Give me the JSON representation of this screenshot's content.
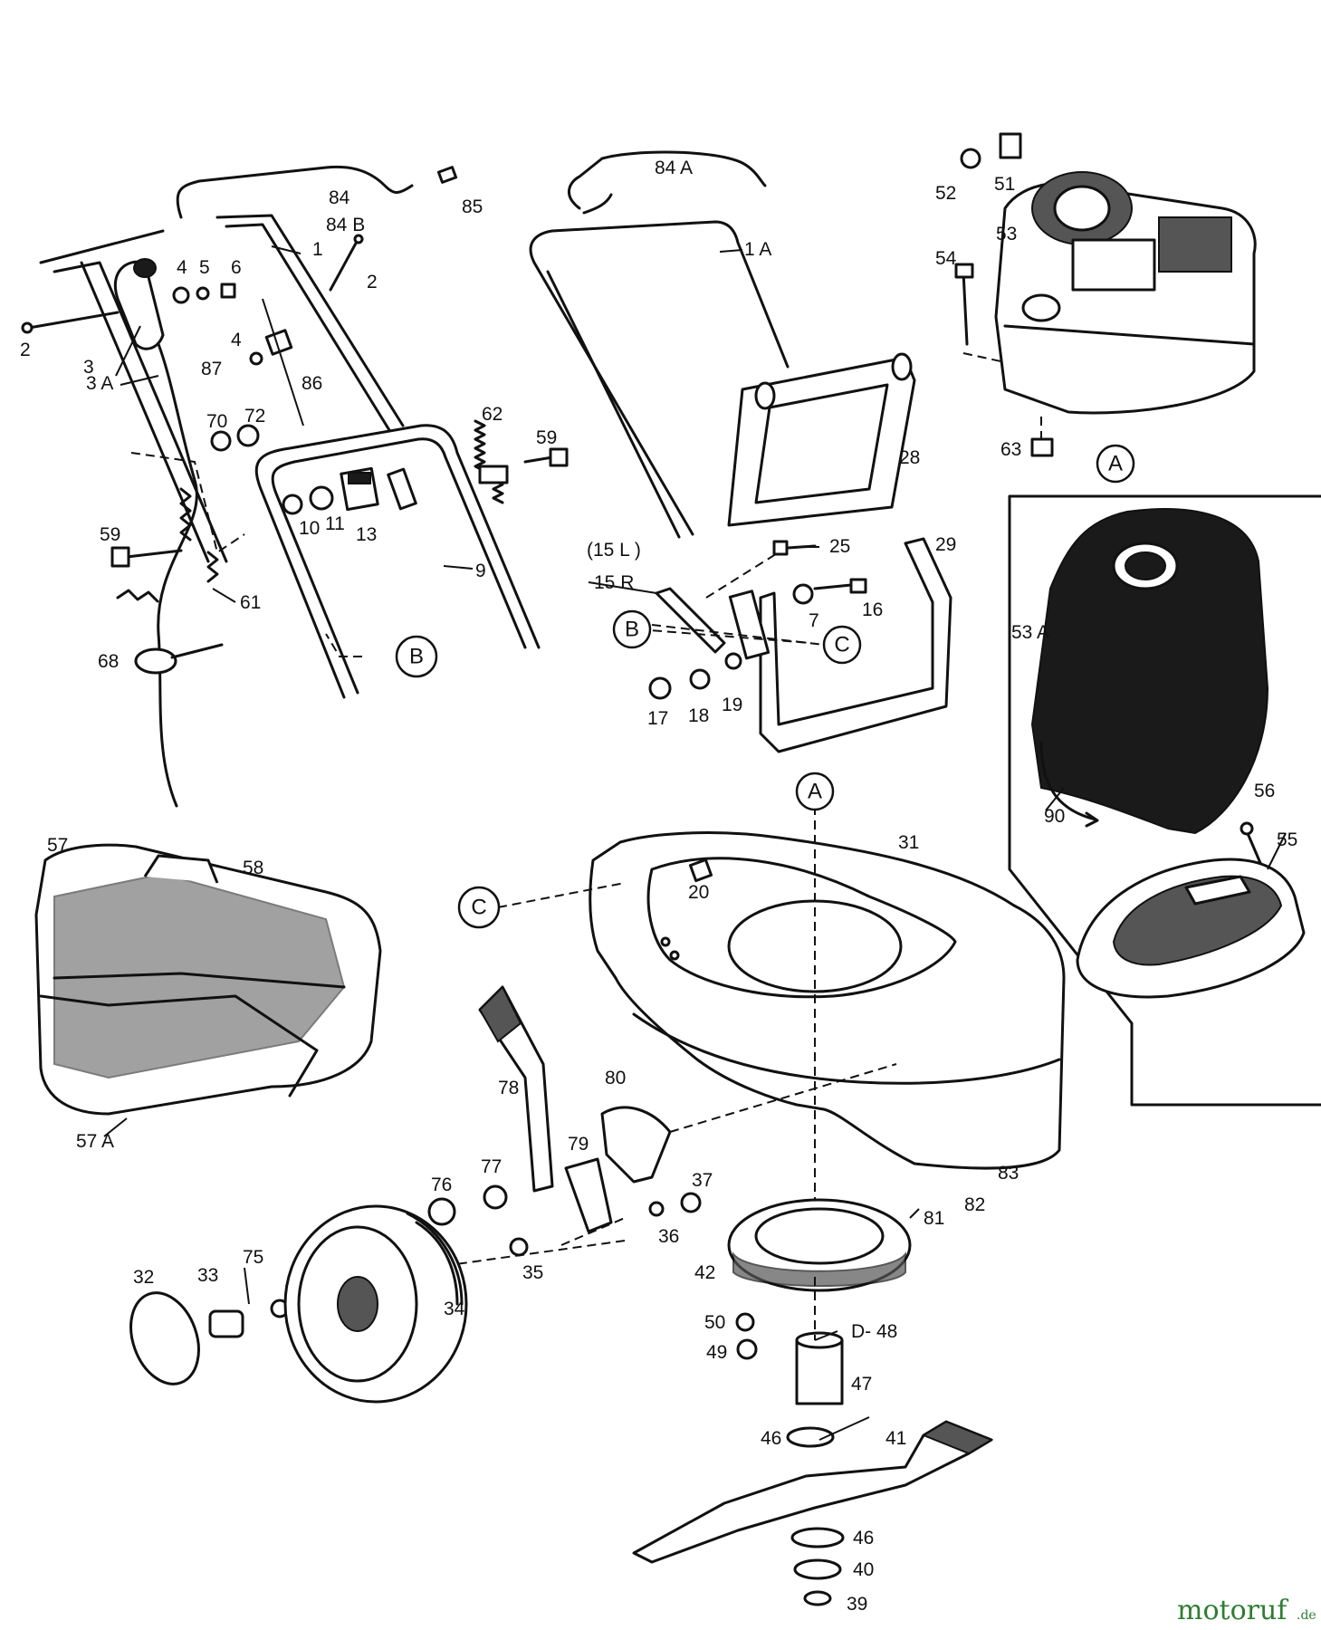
{
  "callouts": {
    "c84": "84",
    "c84B": "84 B",
    "c85": "85",
    "c84A": "84 A",
    "c1": "1",
    "c1A": "1 A",
    "c2a": "2",
    "c2b": "2",
    "c3": "3",
    "c3A": "3 A",
    "c4a": "4",
    "c5": "5",
    "c6": "6",
    "c4b": "4",
    "c87": "87",
    "c86": "86",
    "c70": "70",
    "c72": "72",
    "c62": "62",
    "c59a": "59",
    "c10": "10",
    "c11": "11",
    "c13": "13",
    "c9": "9",
    "c59b": "59",
    "c61": "61",
    "c68": "68",
    "c28": "28",
    "c15L": "(15 L )",
    "c15R": "15 R",
    "c25": "25",
    "c29": "29",
    "c7": "7",
    "c16": "16",
    "c17": "17",
    "c18": "18",
    "c19": "19",
    "c52": "52",
    "c51": "51",
    "c53": "53",
    "c54": "54",
    "c63": "63",
    "c53A": "53 A",
    "c90": "90",
    "c56": "56",
    "c55": "55",
    "c57": "57",
    "c58": "58",
    "c57A": "57 A",
    "c31": "31",
    "c20": "20",
    "c78": "78",
    "c80": "80",
    "c79": "79",
    "c76": "76",
    "c77": "77",
    "c37": "37",
    "c36": "36",
    "c35": "35",
    "c83": "83",
    "c81": "81",
    "c82": "82",
    "c42": "42",
    "c32": "32",
    "c33": "33",
    "c75": "75",
    "c34": "34",
    "c50": "50",
    "c49": "49",
    "cD48": "D- 48",
    "c47": "47",
    "c46a": "46",
    "c41": "41",
    "c46b": "46",
    "c40": "40",
    "c39": "39"
  },
  "references": {
    "A1": "A",
    "A2": "A",
    "B1": "B",
    "B2": "B",
    "C1": "C",
    "C2": "C"
  },
  "watermark": {
    "brand": "motoruf",
    "suffix": ".de"
  }
}
